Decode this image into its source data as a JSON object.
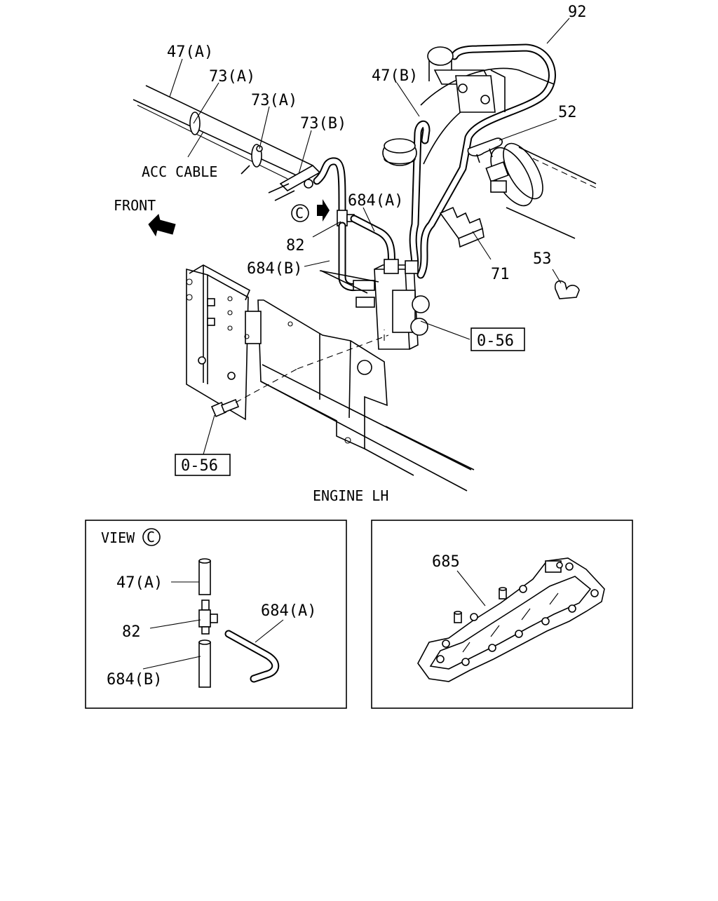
{
  "diagram": {
    "callouts": {
      "p47a": "47(A)",
      "p73a_1": "73(A)",
      "p73a_2": "73(A)",
      "p73b": "73(B)",
      "acc_cable": "ACC CABLE",
      "front": "FRONT",
      "view_c_mark": "C",
      "p82": "82",
      "p684a": "684(A)",
      "p684b": "684(B)",
      "p47b": "47(B)",
      "p92": "92",
      "p52": "52",
      "p71": "71",
      "p53": "53",
      "ref_056_top": "0-56",
      "ref_056_bottom": "0-56",
      "engine_lh": "ENGINE LH"
    },
    "view_c_panel": {
      "title": "VIEW",
      "title_mark": "C",
      "p47a": "47(A)",
      "p82": "82",
      "p684b": "684(B)",
      "p684a": "684(A)"
    },
    "manifold_panel": {
      "p685": "685"
    }
  }
}
